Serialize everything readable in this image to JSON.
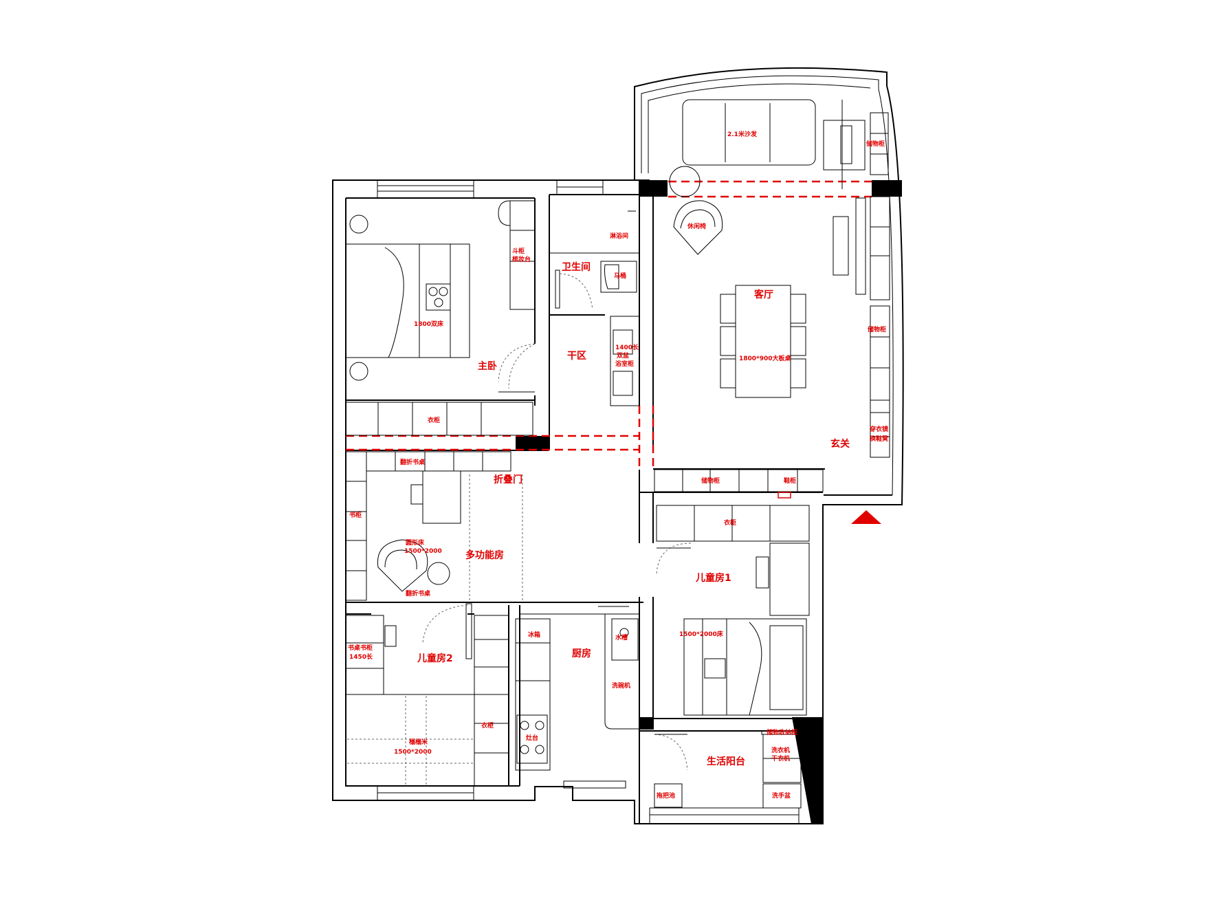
{
  "colors": {
    "annotation": "#e00000",
    "wall": "#000000",
    "background": "#ffffff"
  },
  "rooms": {
    "master_bedroom": "主卧",
    "bathroom": "卫生间",
    "dry_area": "干区",
    "living_room": "客厅",
    "entrance": "玄关",
    "multi_room": "多功能房",
    "folding_door": "折叠门",
    "kids_room_1": "儿童房1",
    "kids_room_2": "儿童房2",
    "kitchen": "厨房",
    "utility_balcony": "生活阳台"
  },
  "furniture": {
    "sofa": "2.1米沙发",
    "storage_cabinet_top": "储物柜",
    "lounge_chair": "休闲椅",
    "shower": "淋浴间",
    "dresser_1": "斗柜",
    "dresser_2": "梳妆台",
    "toilet": "马桶",
    "vanity_1": "1400长",
    "vanity_2": "双盆",
    "vanity_3": "浴室柜",
    "master_bed": "1800双床",
    "wardrobe": "衣柜",
    "dining_table": "1800*900大板桌",
    "storage_cabinet_right": "储物柜",
    "shoe_cab_1": "穿衣镜",
    "shoe_cab_2": "换鞋凳",
    "entry_cabinet": "储物柜",
    "shoe_cabinet": "鞋柜",
    "folding_desk_top": "翻折书桌",
    "bookshelf": "书柜",
    "round_bed_1": "圆形床",
    "round_bed_2": "1500*2000",
    "folding_desk_bottom": "翻折书桌",
    "kid_wardrobe": "衣柜",
    "kid_bed": "1500*2000床",
    "desk_cab_1": "书桌书柜",
    "desk_cab_2": "1450长",
    "fridge": "冰箱",
    "sink": "水槽",
    "dishwasher": "洗碗机",
    "stove": "灶台",
    "tatami_1": "榻榻米",
    "tatami_2": "1500*2000",
    "wardrobe_2": "衣柜",
    "mop_sink": "拖把池",
    "storage_top": "储物收纳柜",
    "washer_1": "洗衣机",
    "washer_2": "干衣机",
    "basin": "洗手盆"
  }
}
